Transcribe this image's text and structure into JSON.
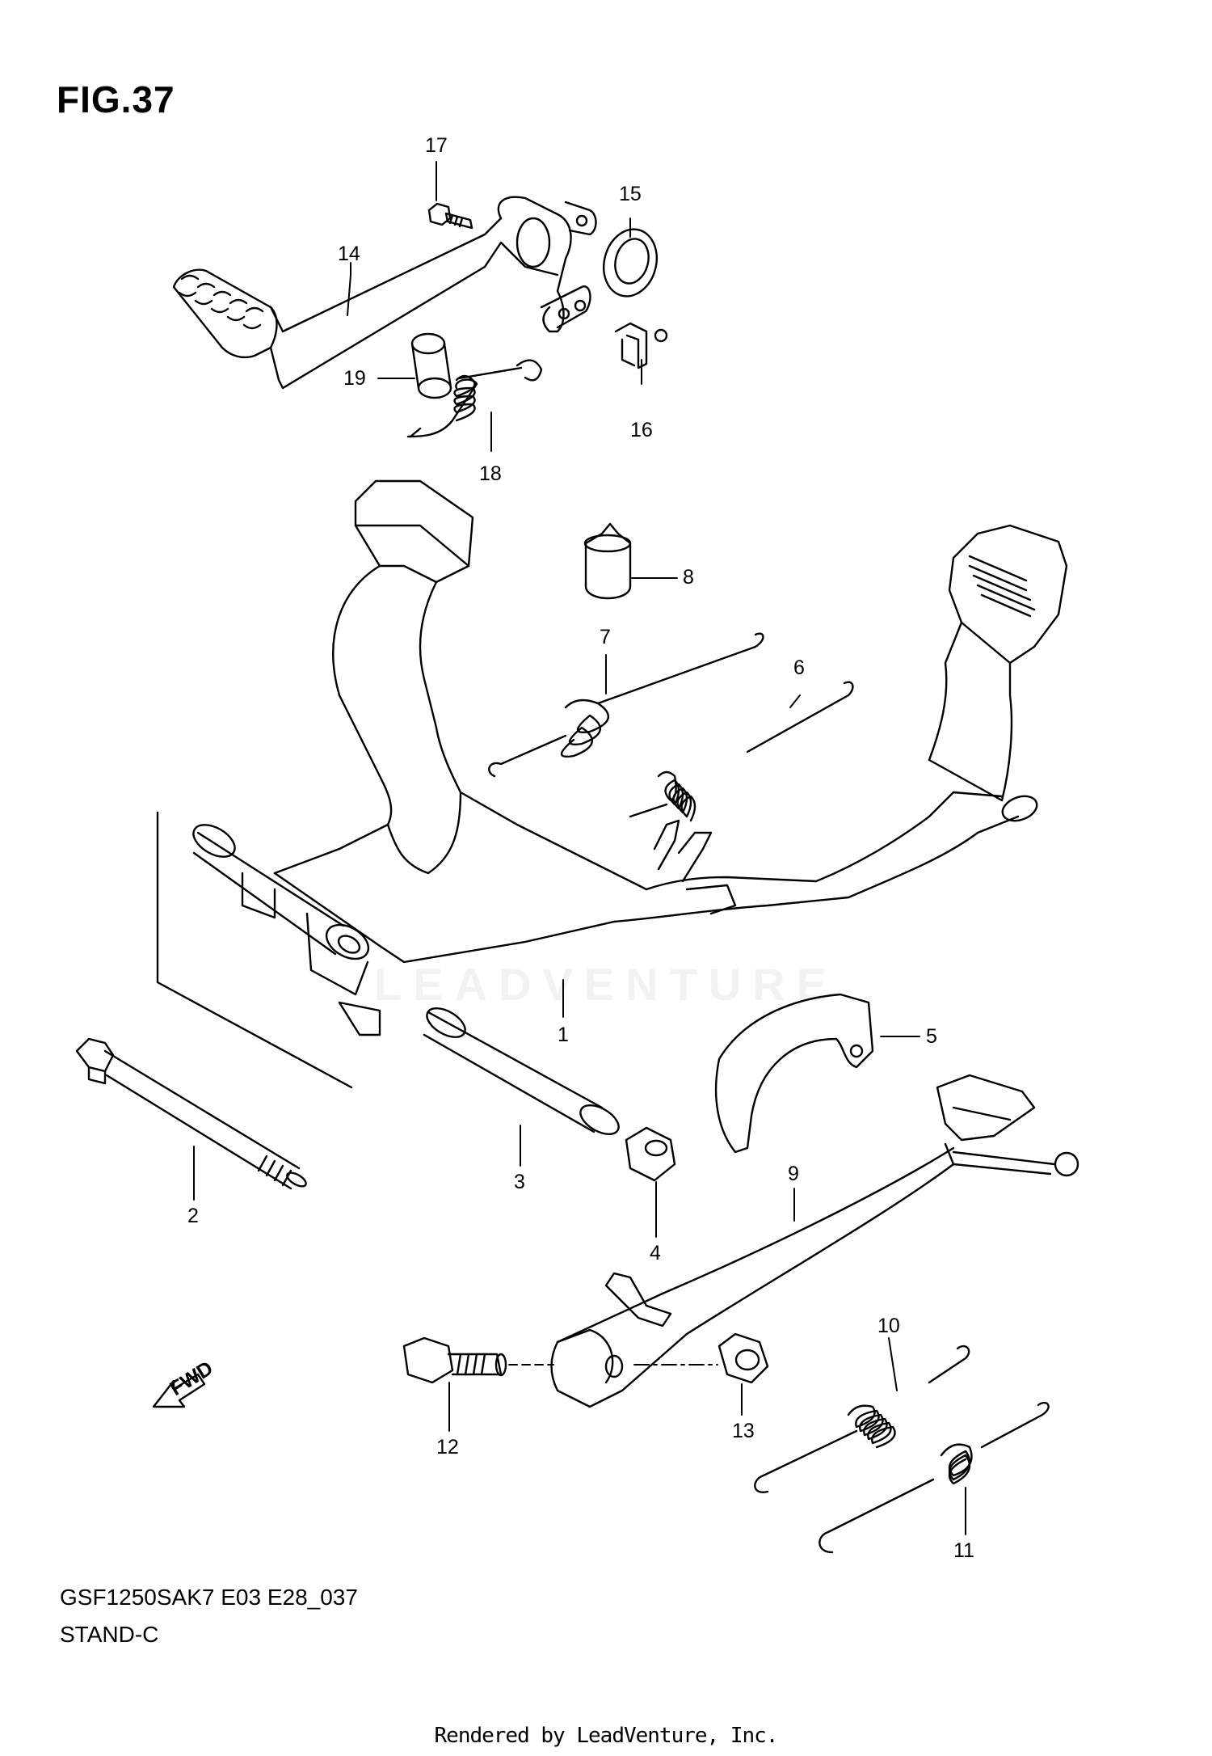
{
  "figure": {
    "title": "FIG.37",
    "code": "GSF1250SAK7 E03 E28_037",
    "name": "STAND-C"
  },
  "footer": {
    "rendered_by": "Rendered by LeadVenture, Inc."
  },
  "watermark": "LEADVENTURE",
  "fwd_label": "FWD",
  "callouts": [
    {
      "id": "1",
      "label": "1"
    },
    {
      "id": "2",
      "label": "2"
    },
    {
      "id": "3",
      "label": "3"
    },
    {
      "id": "4",
      "label": "4"
    },
    {
      "id": "5",
      "label": "5"
    },
    {
      "id": "6",
      "label": "6"
    },
    {
      "id": "7",
      "label": "7"
    },
    {
      "id": "8",
      "label": "8"
    },
    {
      "id": "9",
      "label": "9"
    },
    {
      "id": "10",
      "label": "10"
    },
    {
      "id": "11",
      "label": "11"
    },
    {
      "id": "12",
      "label": "12"
    },
    {
      "id": "13",
      "label": "13"
    },
    {
      "id": "14",
      "label": "14"
    },
    {
      "id": "15",
      "label": "15"
    },
    {
      "id": "16",
      "label": "16"
    },
    {
      "id": "17",
      "label": "17"
    },
    {
      "id": "18",
      "label": "18"
    },
    {
      "id": "19",
      "label": "19"
    }
  ]
}
